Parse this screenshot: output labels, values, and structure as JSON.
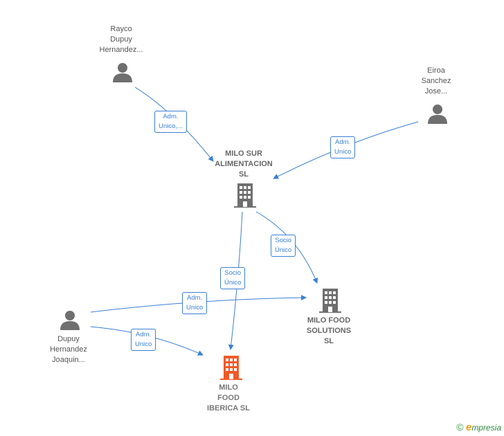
{
  "nodes": {
    "rayco": {
      "lines": [
        "Rayco",
        "Dupuy",
        "Hernandez..."
      ],
      "type": "person"
    },
    "eiroa": {
      "lines": [
        "Eiroa",
        "Sanchez",
        "Jose..."
      ],
      "type": "person"
    },
    "dupuy_joaquin": {
      "lines": [
        "Dupuy",
        "Hernandez",
        "Joaquin..."
      ],
      "type": "person"
    },
    "milo_sur": {
      "lines": [
        "MILO SUR",
        "ALIMENTACION",
        "SL"
      ],
      "type": "company"
    },
    "milo_food_solutions": {
      "lines": [
        "MILO FOOD",
        "SOLUTIONS",
        "SL"
      ],
      "type": "company"
    },
    "milo_food_iberica": {
      "lines": [
        "MILO",
        "FOOD",
        "IBERICA  SL"
      ],
      "type": "company",
      "color": "#f05a28"
    }
  },
  "edges": [
    {
      "id": "rayco-milosur",
      "lines": [
        "Adm.",
        "Unico,..."
      ]
    },
    {
      "id": "eiroa-milosur",
      "lines": [
        "Adm.",
        "Unico"
      ]
    },
    {
      "id": "milosur-solutions",
      "lines": [
        "Socio",
        "Único"
      ]
    },
    {
      "id": "milosur-iberica",
      "lines": [
        "Socio",
        "Único"
      ]
    },
    {
      "id": "dupuy-solutions",
      "lines": [
        "Adm.",
        "Unico"
      ]
    },
    {
      "id": "dupuy-iberica",
      "lines": [
        "Adm.",
        "Unico"
      ]
    }
  ],
  "colors": {
    "edge": "#3a7fd5",
    "person_icon": "#6f6f6f",
    "company_icon": "#6f6f6f",
    "focus_company": "#f05a28"
  },
  "footer": {
    "copyright": "©",
    "brand_initial": "e",
    "brand_rest": "mpresia"
  }
}
